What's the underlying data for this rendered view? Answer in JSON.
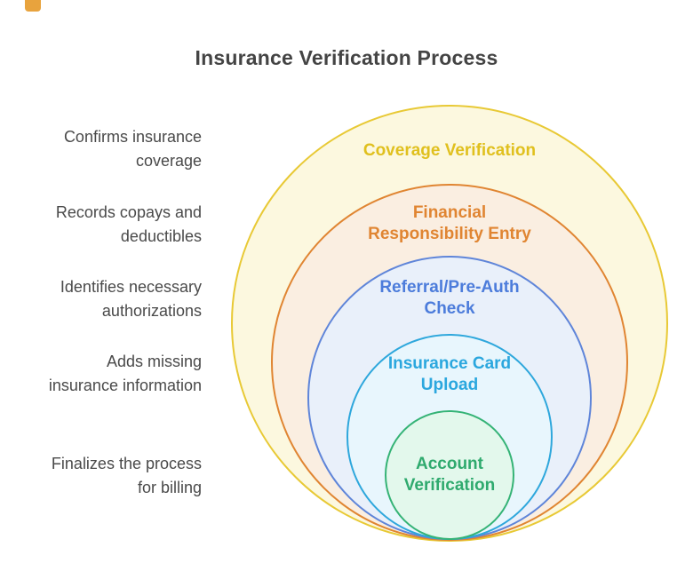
{
  "title": "Insurance Verification Process",
  "title_color": "#444444",
  "side_label_color": "#4A4A4A",
  "corner_marker_color": "#E8A33D",
  "rings": [
    {
      "name": "coverage-verification",
      "label": "Coverage Verification",
      "description": "Confirms insurance\ncoverage",
      "border_color": "#E8C935",
      "fill_color": "#FCF8DF",
      "text_color": "#E0C01E"
    },
    {
      "name": "financial-responsibility-entry",
      "label": "Financial\nResponsibility Entry",
      "description": "Records copays and\ndeductibles",
      "border_color": "#E08532",
      "fill_color": "#FAEEE1",
      "text_color": "#E08532"
    },
    {
      "name": "referral-pre-auth-check",
      "label": "Referral/Pre-Auth\nCheck",
      "description": "Identifies necessary\nauthorizations",
      "border_color": "#5F85D9",
      "fill_color": "#E9F0FA",
      "text_color": "#4C7CDB"
    },
    {
      "name": "insurance-card-upload",
      "label": "Insurance Card\nUpload",
      "description": "Adds missing\ninsurance information",
      "border_color": "#2EA7DC",
      "fill_color": "#E8F6FD",
      "text_color": "#2BA7DE"
    },
    {
      "name": "account-verification",
      "label": "Account\nVerification",
      "description": "Finalizes the process\nfor billing",
      "border_color": "#35B376",
      "fill_color": "#E3F8EC",
      "text_color": "#2FAA6E"
    }
  ]
}
